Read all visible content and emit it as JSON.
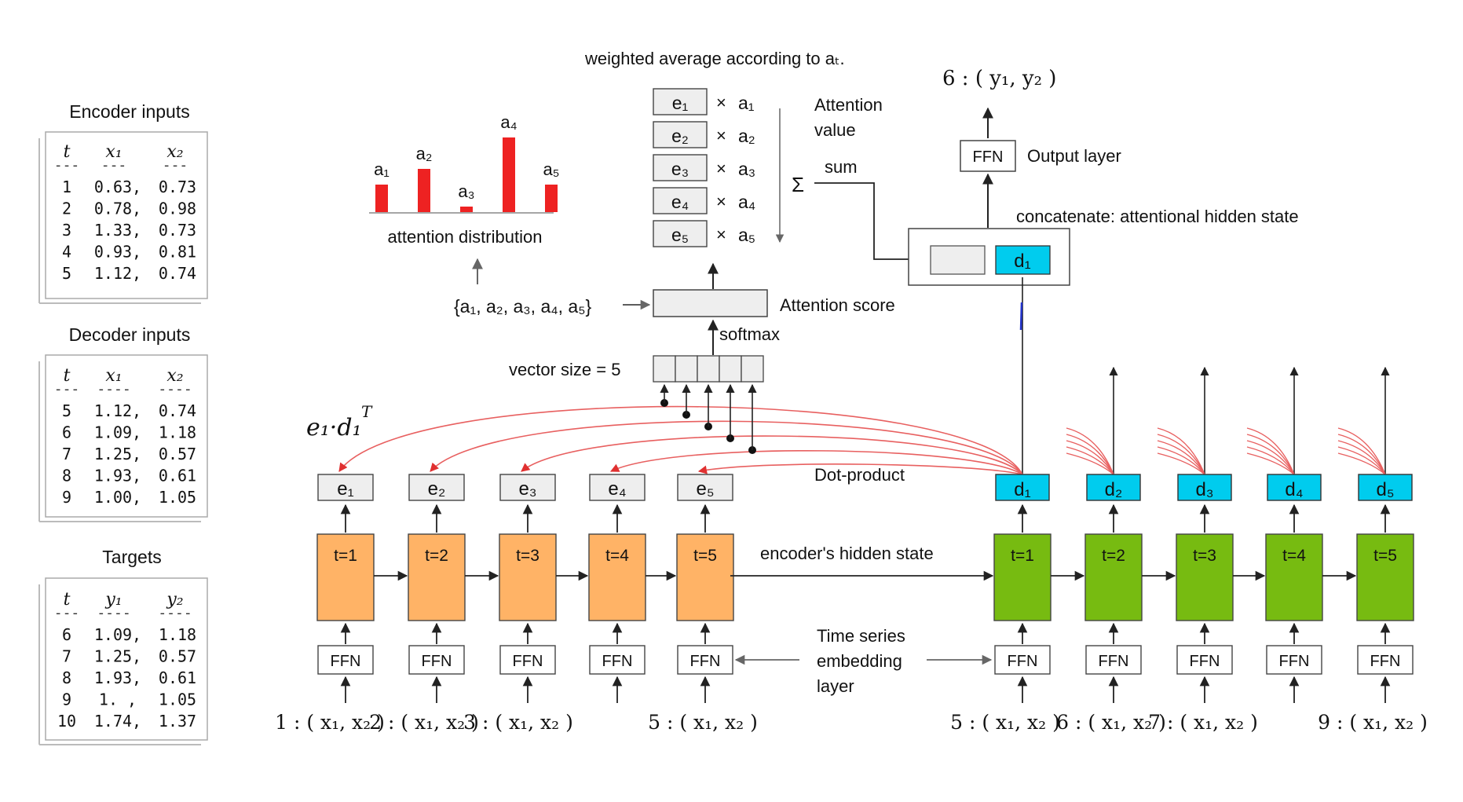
{
  "colors": {
    "orange": "#FFB366",
    "green": "#77BB11",
    "cyan": "#00CCEE",
    "red": "#EE2222",
    "line": "#222222",
    "redline": "#E86060"
  },
  "tables": {
    "encoder": {
      "title": "Encoder inputs",
      "headers": [
        "t",
        "x₁",
        "x₂"
      ],
      "dashes": [
        "---",
        "---",
        "---"
      ],
      "rows": [
        [
          "1",
          "0.63,",
          "0.73"
        ],
        [
          "2",
          "0.78,",
          "0.98"
        ],
        [
          "3",
          "1.33,",
          "0.73"
        ],
        [
          "4",
          "0.93,",
          "0.81"
        ],
        [
          "5",
          "1.12,",
          "0.74"
        ]
      ]
    },
    "decoder": {
      "title": "Decoder inputs",
      "headers": [
        "t",
        "x₁",
        "x₂"
      ],
      "dashes": [
        "---",
        "----",
        "----"
      ],
      "rows": [
        [
          "5",
          "1.12,",
          "0.74"
        ],
        [
          "6",
          "1.09,",
          "1.18"
        ],
        [
          "7",
          "1.25,",
          "0.57"
        ],
        [
          "8",
          "1.93,",
          "0.61"
        ],
        [
          "9",
          "1.00,",
          "1.05"
        ]
      ]
    },
    "targets": {
      "title": "Targets",
      "headers": [
        "t",
        "y₁",
        "y₂"
      ],
      "dashes": [
        "---",
        "----",
        "----"
      ],
      "rows": [
        [
          "6",
          "1.09,",
          "1.18"
        ],
        [
          "7",
          "1.25,",
          "0.57"
        ],
        [
          "8",
          "1.93,",
          "0.61"
        ],
        [
          "9",
          "1.   ,",
          "1.05"
        ],
        [
          "10",
          "1.74,",
          "1.37"
        ]
      ]
    }
  },
  "labels": {
    "weighted_average": "weighted average according to aₜ.",
    "attention_value": [
      "Attention",
      "value"
    ],
    "sum": "sum",
    "sigma": "Σ",
    "attention_distribution": "attention distribution",
    "a_set": "{a₁, a₂, a₃, a₄, a₅}",
    "attention_score": "Attention score",
    "softmax": "softmax",
    "vector_size": "vector size  =  5",
    "dot_formula": "e₁·d₁",
    "dot_formula_sup": "T",
    "dot_product": "Dot-product",
    "encoder_hidden": "encoder's hidden state",
    "embedding": [
      "Time series",
      "embedding",
      "layer"
    ],
    "output_layer": "Output layer",
    "concatenate": "concatenate: attentional hidden state",
    "output_top": "6 : ( y₁, y₂ )"
  },
  "bars": {
    "labels": [
      "a₁",
      "a₂",
      "a₃",
      "a₄",
      "a₅"
    ],
    "values": [
      0.35,
      0.55,
      0.07,
      0.95,
      0.35
    ]
  },
  "weights": [
    {
      "e": "e₁",
      "a": "a₁"
    },
    {
      "e": "e₂",
      "a": "a₂"
    },
    {
      "e": "e₃",
      "a": "a₃"
    },
    {
      "e": "e₄",
      "a": "a₄"
    },
    {
      "e": "e₅",
      "a": "a₅"
    }
  ],
  "times_symbol": "×",
  "encoder": {
    "hidden": [
      "t=1",
      "t=2",
      "t=3",
      "t=4",
      "t=5"
    ],
    "e_boxes": [
      "e₁",
      "e₂",
      "e₃",
      "e₄",
      "e₅"
    ],
    "ffn": "FFN",
    "inputs": [
      "1 : ( x₁, x₂ )",
      "2 : ( x₁, x₂ )",
      "3 : ( x₁, x₂ )",
      "5 : ( x₁, x₂ )"
    ]
  },
  "decoder": {
    "hidden": [
      "t=1",
      "t=2",
      "t=3",
      "t=4",
      "t=5"
    ],
    "d_boxes": [
      "d₁",
      "d₂",
      "d₃",
      "d₄",
      "d₅"
    ],
    "ffn": "FFN",
    "inputs": [
      "5 : ( x₁, x₂ )",
      "6 : ( x₁, x₂ )",
      "7 : ( x₁, x₂ )",
      "9 : ( x₁, x₂ )"
    ]
  },
  "concat": {
    "d_label": "d₁"
  }
}
